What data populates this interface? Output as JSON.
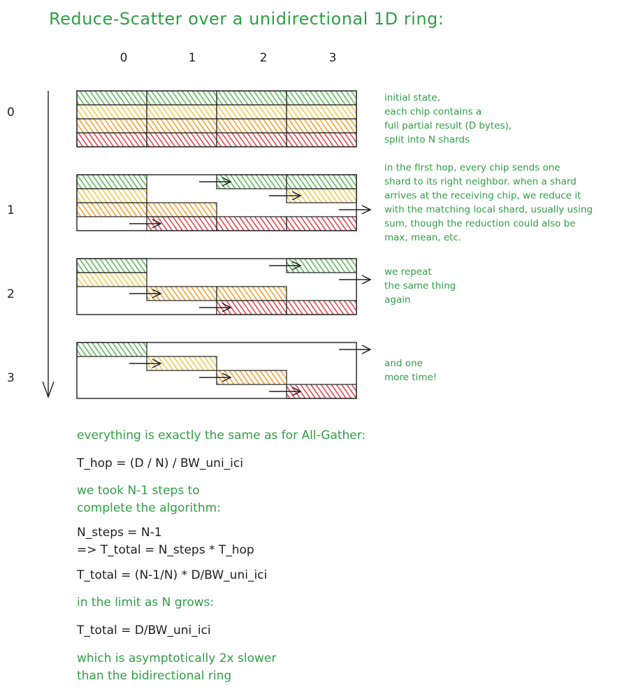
{
  "title": "Reduce-Scatter over a unidirectional 1D ring:",
  "columns": [
    "0",
    "1",
    "2",
    "3"
  ],
  "steps": [
    {
      "label": "0",
      "note": [
        "initial state,",
        "each chip contains a",
        "full partial result (D bytes),",
        "split into N shards"
      ],
      "cells": [
        [
          0,
          0,
          0,
          0
        ],
        [
          1,
          1,
          1,
          1
        ],
        [
          2,
          2,
          2,
          2
        ],
        [
          3,
          3,
          3,
          3
        ]
      ],
      "arrows": []
    },
    {
      "label": "1",
      "note": [
        "in the first hop, every chip sends one",
        "shard to its right neighbor. when a shard",
        "arrives at the receiving chip, we reduce it",
        "with the matching local shard, usually using",
        "sum, though the reduction could also be",
        "max, mean, etc."
      ],
      "cells": [
        [
          0,
          -1,
          0,
          0
        ],
        [
          1,
          -1,
          -1,
          1
        ],
        [
          2,
          2,
          -1,
          -1
        ],
        [
          -1,
          3,
          3,
          3
        ]
      ],
      "arrows": [
        [
          0,
          2
        ],
        [
          1,
          3
        ],
        [
          2,
          4
        ],
        [
          3,
          1
        ]
      ]
    },
    {
      "label": "2",
      "note": [
        "we repeat",
        "the same thing",
        "again"
      ],
      "cells": [
        [
          0,
          -1,
          -1,
          0
        ],
        [
          1,
          -1,
          -1,
          -1
        ],
        [
          -1,
          2,
          2,
          -1
        ],
        [
          -1,
          -1,
          3,
          3
        ]
      ],
      "arrows": [
        [
          0,
          3
        ],
        [
          1,
          4
        ],
        [
          2,
          1
        ],
        [
          3,
          2
        ]
      ]
    },
    {
      "label": "3",
      "note": [
        "and one",
        "more time!"
      ],
      "cells": [
        [
          0,
          -1,
          -1,
          -1
        ],
        [
          -1,
          1,
          -1,
          -1
        ],
        [
          -1,
          -1,
          2,
          -1
        ],
        [
          -1,
          -1,
          -1,
          3
        ]
      ],
      "arrows": [
        [
          0,
          4
        ],
        [
          1,
          1
        ],
        [
          2,
          2
        ],
        [
          3,
          3
        ]
      ]
    }
  ],
  "text_lines": [
    {
      "text": "everything is exactly the same as for All-Gather:",
      "color": "green"
    },
    {
      "text": "T_hop = (D / N) / BW_uni_ici",
      "color": "dark"
    },
    {
      "text": "we took N-1 steps to",
      "color": "green"
    },
    {
      "text": "complete the algorithm:",
      "color": "green"
    },
    {
      "text": "N_steps = N-1",
      "color": "dark"
    },
    {
      "text": "=> T_total = N_steps * T_hop",
      "color": "dark"
    },
    {
      "text": "T_total = (N-1/N) * D/BW_uni_ici",
      "color": "dark"
    },
    {
      "text": "in the limit as N grows:",
      "color": "green"
    },
    {
      "text": "T_total = D/BW_uni_ici",
      "color": "dark"
    },
    {
      "text": "which is asymptotically 2x slower",
      "color": "green"
    },
    {
      "text": "than the bidirectional ring",
      "color": "green"
    }
  ],
  "colors": {
    "shard_colors": [
      "#5cb85c",
      "#f2c94c",
      "#f0a030",
      "#e0444a"
    ],
    "green_text": "#2f9e44",
    "dark_text": "#1e1e1e",
    "stroke": "#1e1e1e"
  }
}
